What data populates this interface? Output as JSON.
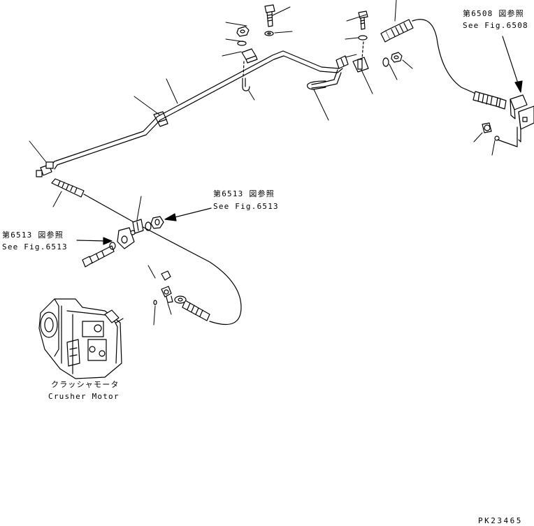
{
  "references": {
    "fig6508_jp": "第6508 図参照",
    "fig6508_en": "See Fig.6508",
    "fig6513_right_jp": "第6513 図参照",
    "fig6513_right_en": "See Fig.6513",
    "fig6513_left_jp": "第6513 図参照",
    "fig6513_left_en": "See Fig.6513"
  },
  "motor": {
    "label_jp": "クラッシャモータ",
    "label_en": "Crusher Motor"
  },
  "drawing_code": "PK23465",
  "colors": {
    "ink": "#000000",
    "paper": "#ffffff"
  }
}
